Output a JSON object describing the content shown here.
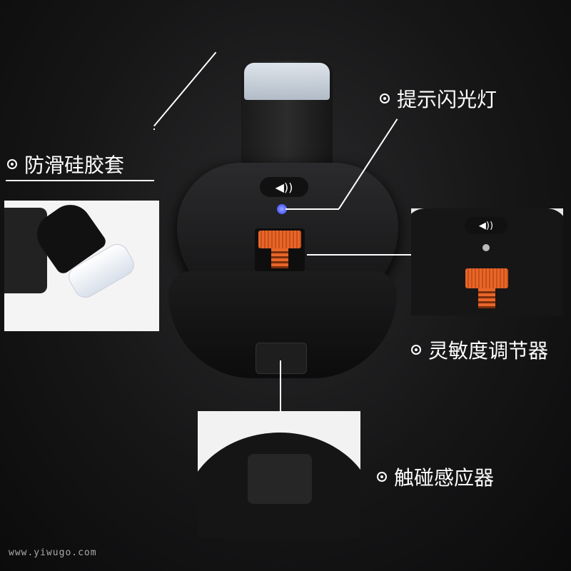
{
  "labels": {
    "silicone_cover": "防滑硅胶套",
    "flash_light": "提示闪光灯",
    "sensitivity_adjuster": "灵敏度调节器",
    "touch_sensor": "触碰感应器"
  },
  "watermark": "www.yiwugo.com",
  "speaker_icon": "speaker-volume-icon",
  "colors": {
    "accent_orange": "#e8662a",
    "led_blue": "#2a3cff"
  }
}
